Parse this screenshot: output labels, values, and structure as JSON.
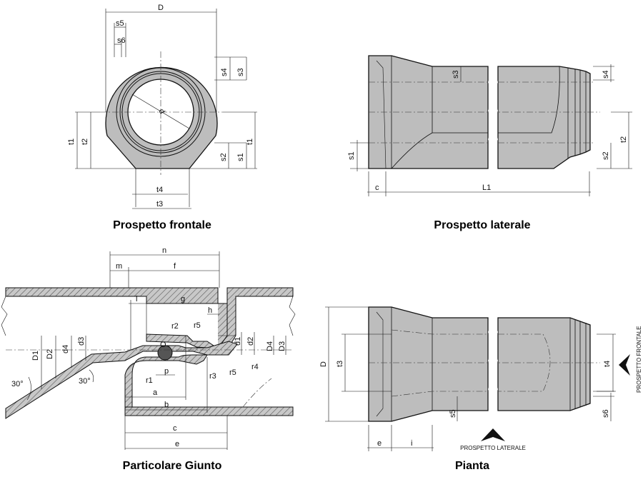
{
  "titles": {
    "front": "Prospetto frontale",
    "side": "Prospetto laterale",
    "joint": "Particolare Giunto",
    "plan": "Pianta"
  },
  "arrow_labels": {
    "frontale": "PROSPETTO FRONTALE",
    "laterale": "PROSPETTO LATERALE"
  },
  "front": {
    "D": "D",
    "s5": "s5",
    "s6": "s6",
    "s4": "s4",
    "s3": "s3",
    "d": "d",
    "t1": "t1",
    "t2": "t2",
    "s2": "s2",
    "s1": "s1",
    "t1r": "t1",
    "t4": "t4",
    "t3": "t3"
  },
  "side": {
    "s3": "s3",
    "s4": "s4",
    "s1": "s1",
    "t2": "t2",
    "s2": "s2",
    "c": "c",
    "L1": "L1"
  },
  "joint": {
    "n": "n",
    "m": "m",
    "f": "f",
    "l": "l",
    "g": "g",
    "h": "h",
    "r2": "r2",
    "r5a": "r5",
    "O": "O",
    "d1": "d1",
    "d2": "d2",
    "D4": "D4",
    "D3": "D3",
    "D1": "D1",
    "D2": "D2",
    "d4": "d4",
    "d3": "d3",
    "a30l": "30°",
    "a30r": "30°",
    "r1": "r1",
    "p": "p",
    "r3": "r3",
    "r5b": "r5",
    "r4": "r4",
    "a": "a",
    "b": "b",
    "c": "c",
    "e": "e"
  },
  "plan": {
    "D": "D",
    "t3": "t3",
    "t4": "t4",
    "s5": "s5",
    "s6": "s6",
    "e": "e",
    "i": "i"
  }
}
